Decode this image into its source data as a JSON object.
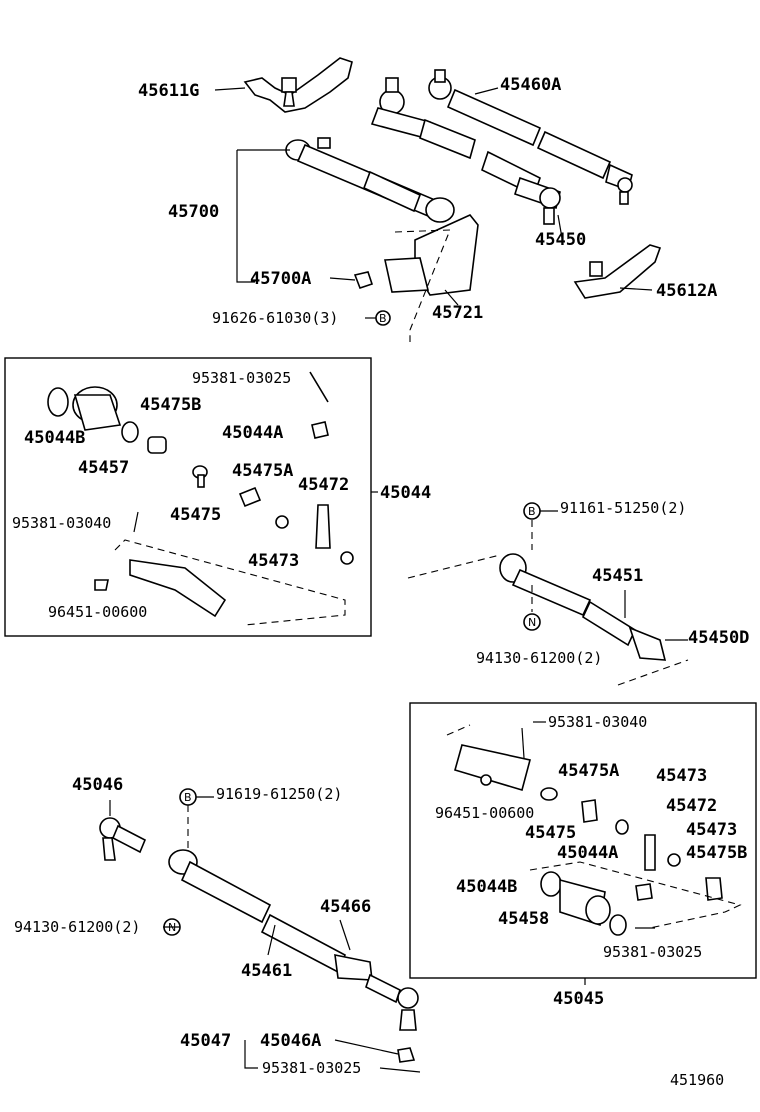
{
  "diagram_id": "451960",
  "labels": {
    "p45611G": "45611G",
    "p45460A": "45460A",
    "p45700": "45700",
    "p45450": "45450",
    "p45700A": "45700A",
    "p45612A": "45612A",
    "p91626": "91626-61030(3)",
    "p45721": "45721",
    "p95381_03025_a": "95381-03025",
    "p45475B_a": "45475B",
    "p45044B_a": "45044B",
    "p45044A_a": "45044A",
    "p45457": "45457",
    "p45475A_a": "45475A",
    "p45472_a": "45472",
    "p45044": "45044",
    "p95381_03040_a": "95381-03040",
    "p45475_a": "45475",
    "p45473_a": "45473",
    "p96451_a": "96451-00600",
    "p91161": "91161-51250(2)",
    "p45451": "45451",
    "p45450D": "45450D",
    "p94130_a": "94130-61200(2)",
    "p95381_03040_b": "95381-03040",
    "p45475A_b": "45475A",
    "p45473_b": "45473",
    "p45046": "45046",
    "p91619": "91619-61250(2)",
    "p96451_b": "96451-00600",
    "p45472_b": "45472",
    "p45475_b": "45475",
    "p45473_c": "45473",
    "p45044A_b": "45044A",
    "p45475B_b": "45475B",
    "p45044B_b": "45044B",
    "p45466": "45466",
    "p45458": "45458",
    "p94130_b": "94130-61200(2)",
    "p95381_03025_b": "95381-03025",
    "p45461": "45461",
    "p45045": "45045",
    "p45047": "45047",
    "p45046A": "45046A",
    "p95381_03025_c": "95381-03025",
    "p451960": "451960"
  },
  "callouts": {
    "b1": "B",
    "b2": "B",
    "b3": "B",
    "n1": "N",
    "n2": "N"
  }
}
